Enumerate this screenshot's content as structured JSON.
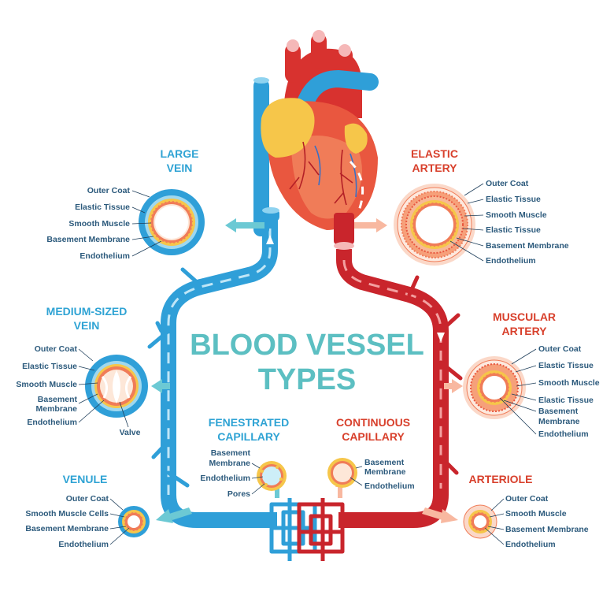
{
  "title": {
    "line1": "BLOOD VESSEL",
    "line2": "TYPES"
  },
  "colors": {
    "vein_blue": "#2f9fd8",
    "artery_red": "#c9252c",
    "title_teal": "#5cbfc2",
    "label_navy": "#2c5a7c",
    "heading_red": "#d8402c"
  },
  "large_vein": {
    "heading": [
      "LARGE",
      "VEIN"
    ],
    "labels": [
      "Outer Coat",
      "Elastic Tissue",
      "Smooth Muscle",
      "Basement Membrane",
      "Endothelium"
    ]
  },
  "medium_vein": {
    "heading": [
      "MEDIUM-SIZED",
      "VEIN"
    ],
    "labels": [
      "Outer Coat",
      "Elastic Tissue",
      "Smooth Muscle",
      "Basement",
      "Membrane",
      "Endothelium"
    ],
    "valve": "Valve"
  },
  "venule": {
    "heading": "VENULE",
    "labels": [
      "Outer Coat",
      "Smooth Muscle Cells",
      "Basement Membrane",
      "Endothelium"
    ]
  },
  "elastic_artery": {
    "heading": [
      "ELASTIC",
      "ARTERY"
    ],
    "labels": [
      "Outer Coat",
      "Elastic Tissue",
      "Smooth Muscle",
      "Elastic Tissue",
      "Basement Membrane",
      "Endothelium"
    ]
  },
  "muscular_artery": {
    "heading": [
      "MUSCULAR",
      "ARTERY"
    ],
    "labels": [
      "Outer Coat",
      "Elastic Tissue",
      "Smooth Muscle",
      "Elastic Tissue",
      "Basement",
      "Membrane",
      "Endothelium"
    ]
  },
  "arteriole": {
    "heading": "ARTERIOLE",
    "labels": [
      "Outer Coat",
      "Smooth Muscle",
      "Basement Membrane",
      "Endothelium"
    ]
  },
  "fenestrated_capillary": {
    "heading": [
      "FENESTRATED",
      "CAPILLARY"
    ],
    "labels": [
      "Basement",
      "Membrane",
      "Endothelium",
      "Pores"
    ]
  },
  "continuous_capillary": {
    "heading": [
      "CONTINUOUS",
      "CAPILLARY"
    ],
    "labels": [
      "Basement",
      "Membrane",
      "Endothelium"
    ]
  }
}
